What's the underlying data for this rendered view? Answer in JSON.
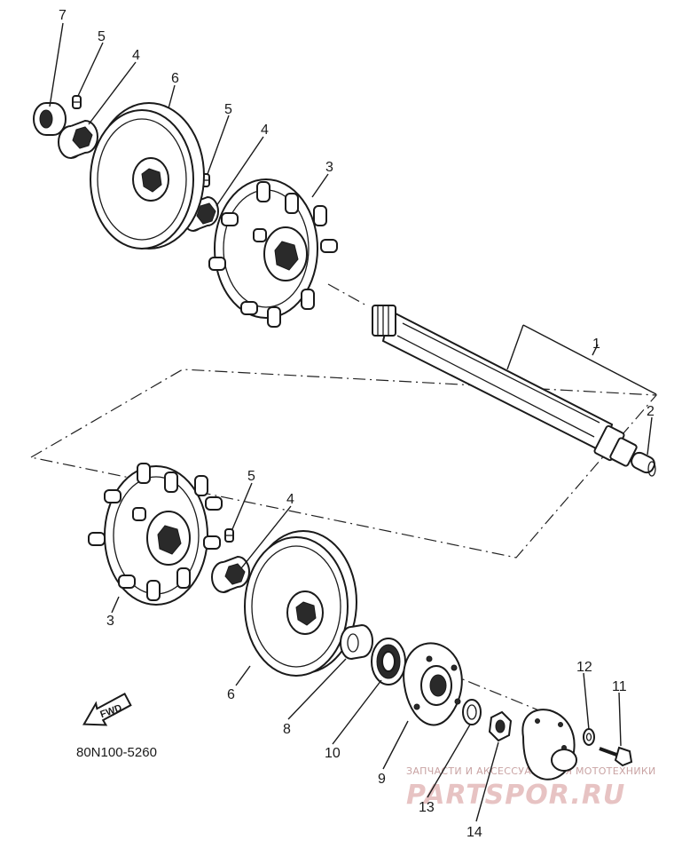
{
  "diagram": {
    "callouts": [
      {
        "id": "c7a",
        "text": "7"
      },
      {
        "id": "c5a",
        "text": "5"
      },
      {
        "id": "c4a",
        "text": "4"
      },
      {
        "id": "c6a",
        "text": "6"
      },
      {
        "id": "c5b",
        "text": "5"
      },
      {
        "id": "c4b",
        "text": "4"
      },
      {
        "id": "c3a",
        "text": "3"
      },
      {
        "id": "c1",
        "text": "1"
      },
      {
        "id": "c2",
        "text": "2"
      },
      {
        "id": "c5c",
        "text": "5"
      },
      {
        "id": "c4c",
        "text": "4"
      },
      {
        "id": "c3b",
        "text": "3"
      },
      {
        "id": "c6b",
        "text": "6"
      },
      {
        "id": "c8",
        "text": "8"
      },
      {
        "id": "c10",
        "text": "10"
      },
      {
        "id": "c9",
        "text": "9"
      },
      {
        "id": "c12",
        "text": "12"
      },
      {
        "id": "c11",
        "text": "11"
      },
      {
        "id": "c13",
        "text": "13"
      },
      {
        "id": "c14",
        "text": "14"
      }
    ],
    "diagram_code": "80N100-5260",
    "fwd_label": "FWD",
    "watermark": {
      "caption": "ЗАПЧАСТИ И АКСЕССУАРЫ ДЛЯ МОТОТЕХНИКИ",
      "logo": "PARTSPOR.RU"
    }
  }
}
